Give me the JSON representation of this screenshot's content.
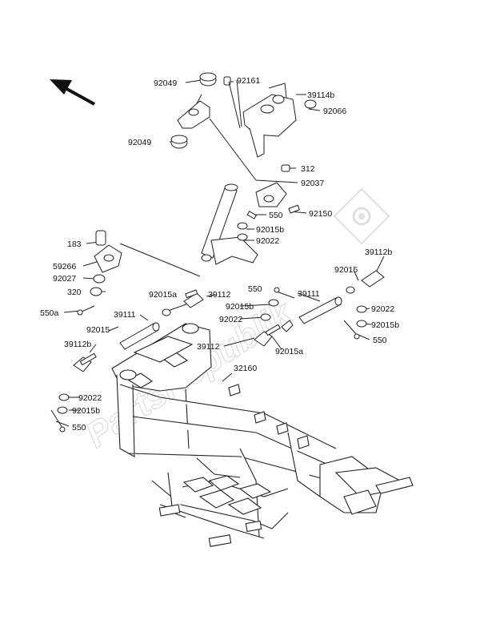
{
  "diagram": {
    "watermark": "PartsRepublik",
    "part_labels": [
      "92049",
      "92161",
      "39114b",
      "92066",
      "92049",
      "312",
      "92037",
      "550",
      "92150",
      "92015b",
      "92022",
      "183",
      "59266",
      "92027",
      "320",
      "550a",
      "92015a",
      "39112",
      "550",
      "39111",
      "92015",
      "39112b",
      "92015b",
      "92022",
      "39111",
      "92015",
      "39112b",
      "92022",
      "92015b",
      "550",
      "39112",
      "92015a",
      "32160",
      "92022",
      "92015b",
      "550"
    ]
  }
}
